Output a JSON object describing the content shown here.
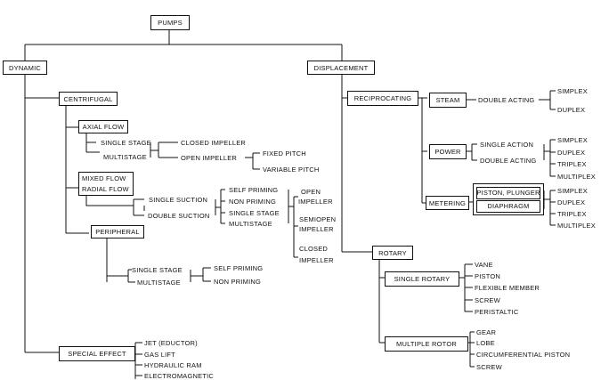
{
  "root": "PUMPS",
  "dynamic": {
    "label": "DYNAMIC",
    "centrifugal": {
      "label": "CENTRIFUGAL",
      "axial_flow": "AXIAL FLOW",
      "axial_stages": [
        "SINGLE STAGE",
        "MULTISTAGE"
      ],
      "impellers": [
        "CLOSED IMPELLER",
        "OPEN IMPELLER"
      ],
      "pitch": [
        "FIXED PITCH",
        "VARIABLE PITCH"
      ],
      "mixed_flow": "MIXED FLOW",
      "radial_flow": "RADIAL FLOW",
      "suctions": [
        "SINGLE SUCTION",
        "DOUBLE SUCTION"
      ],
      "priming": [
        "SELF PRIMING",
        "NON PRIMING",
        "SINGLE STAGE",
        "MULTISTAGE"
      ],
      "impeller_types": [
        [
          "OPEN",
          "IMPELLER"
        ],
        [
          "SEMIOPEN",
          "IMPELLER"
        ],
        [
          "CLOSED",
          "IMPELLER"
        ]
      ]
    },
    "peripheral": {
      "label": "PERIPHERAL",
      "stages": [
        "SINGLE STAGE",
        "MULTISTAGE"
      ],
      "priming": [
        "SELF PRIMING",
        "NON PRIMING"
      ]
    },
    "special_effect": {
      "label": "SPECIAL EFFECT",
      "types": [
        "JET (EDUCTOR)",
        "GAS LIFT",
        "HYDRAULIC RAM",
        "ELECTROMAGNETIC"
      ]
    }
  },
  "displacement": {
    "label": "DISPLACEMENT",
    "reciprocating": {
      "label": "RECIPROCATING",
      "steam": {
        "label": "STEAM",
        "action": "DOUBLE ACTING",
        "types": [
          "SIMPLEX",
          "DUPLEX"
        ]
      },
      "power": {
        "label": "POWER",
        "actions": [
          "SINGLE ACTION",
          "DOUBLE ACTING"
        ],
        "types": [
          "SIMPLEX",
          "DUPLEX",
          "TRIPLEX",
          "MULTIPLEX"
        ]
      },
      "metering": {
        "label": "METERING",
        "kinds": [
          "PISTON, PLUNGER",
          "DIAPHRAGM"
        ],
        "types": [
          "SIMPLEX",
          "DUPLEX",
          "TRIPLEX",
          "MULTIPLEX"
        ]
      }
    },
    "rotary": {
      "label": "ROTARY",
      "single_rotary": {
        "label": "SINGLE ROTARY",
        "types": [
          "VANE",
          "PISTON",
          "FLEXIBLE MEMBER",
          "SCREW",
          "PERISTALTIC"
        ]
      },
      "multiple_rotor": {
        "label": "MULTIPLE ROTOR",
        "types": [
          "GEAR",
          "LOBE",
          "CIRCUMFERENTIAL PISTON",
          "SCREW"
        ]
      }
    }
  }
}
